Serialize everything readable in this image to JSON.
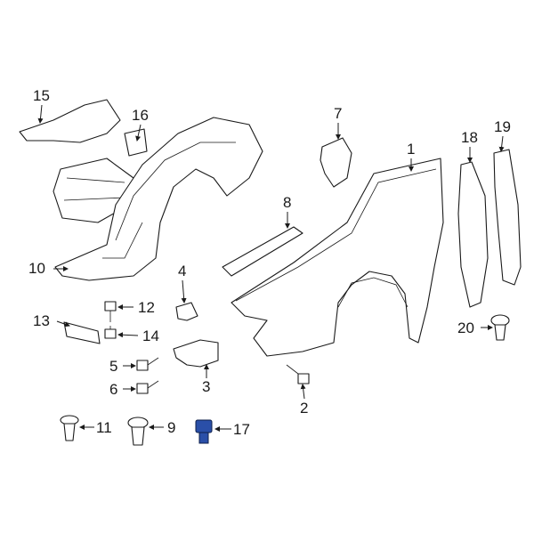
{
  "highlight_color": "#2a4fa8",
  "highlighted_part": "17",
  "callouts": [
    {
      "id": "1",
      "label": "1"
    },
    {
      "id": "2",
      "label": "2"
    },
    {
      "id": "3",
      "label": "3"
    },
    {
      "id": "4",
      "label": "4"
    },
    {
      "id": "5",
      "label": "5"
    },
    {
      "id": "6",
      "label": "6"
    },
    {
      "id": "7",
      "label": "7"
    },
    {
      "id": "8",
      "label": "8"
    },
    {
      "id": "9",
      "label": "9"
    },
    {
      "id": "10",
      "label": "10"
    },
    {
      "id": "11",
      "label": "11"
    },
    {
      "id": "12",
      "label": "12"
    },
    {
      "id": "13",
      "label": "13"
    },
    {
      "id": "14",
      "label": "14"
    },
    {
      "id": "15",
      "label": "15"
    },
    {
      "id": "16",
      "label": "16"
    },
    {
      "id": "17",
      "label": "17"
    },
    {
      "id": "18",
      "label": "18"
    },
    {
      "id": "19",
      "label": "19"
    },
    {
      "id": "20",
      "label": "20"
    }
  ]
}
